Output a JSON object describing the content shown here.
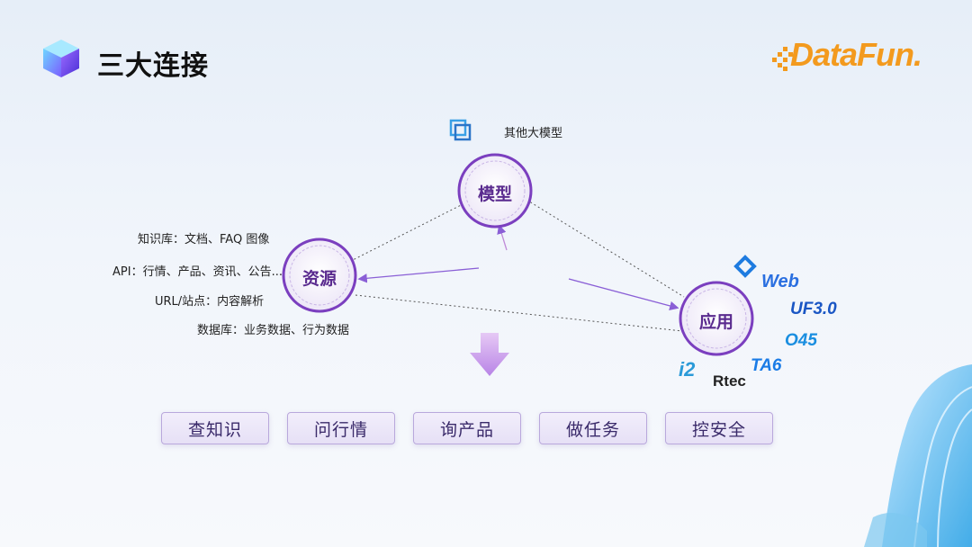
{
  "header": {
    "title": "三大连接",
    "brand": "DataFun."
  },
  "nodes": {
    "model": "模型",
    "resource": "资源",
    "application": "应用"
  },
  "other_models_label": "其他大模型",
  "resource_items": [
    "知识库：文档、FAQ 图像",
    "API：行情、产品、资讯、公告...",
    "URL/站点：内容解析",
    "数据库：业务数据、行为数据"
  ],
  "app_logos": [
    "Web",
    "UF3.0",
    "O45",
    "TA6",
    "i2",
    "Rtec"
  ],
  "actions": [
    "查知识",
    "问行情",
    "询产品",
    "做任务",
    "控安全"
  ],
  "colors": {
    "accent": "#7b3fbf",
    "brand": "#f39a1e",
    "pill_border": "#b9a8dc"
  }
}
